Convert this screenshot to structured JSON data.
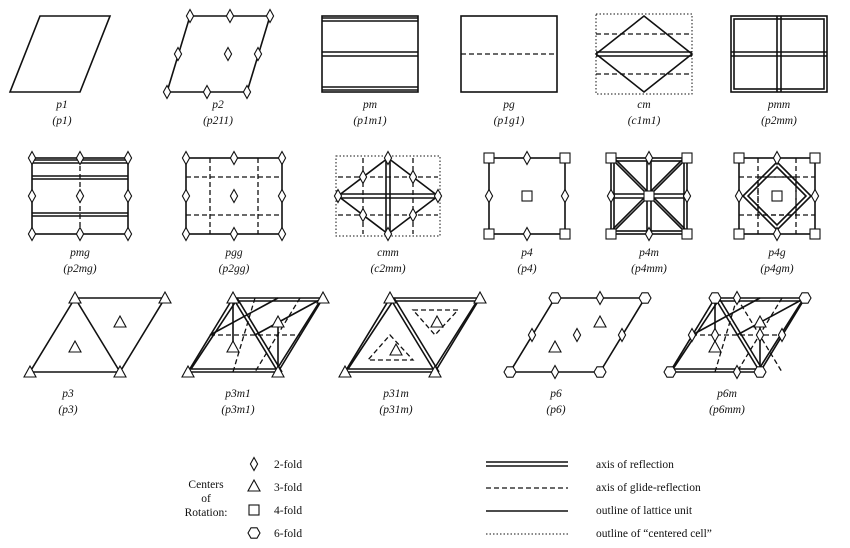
{
  "groups": [
    {
      "name": "p1",
      "full": "(p1)"
    },
    {
      "name": "p2",
      "full": "(p211)"
    },
    {
      "name": "pm",
      "full": "(p1m1)"
    },
    {
      "name": "pg",
      "full": "(p1g1)"
    },
    {
      "name": "cm",
      "full": "(c1m1)"
    },
    {
      "name": "pmm",
      "full": "(p2mm)"
    },
    {
      "name": "pmg",
      "full": "(p2mg)"
    },
    {
      "name": "pgg",
      "full": "(p2gg)"
    },
    {
      "name": "cmm",
      "full": "(c2mm)"
    },
    {
      "name": "p4",
      "full": "(p4)"
    },
    {
      "name": "p4m",
      "full": "(p4mm)"
    },
    {
      "name": "p4g",
      "full": "(p4gm)"
    },
    {
      "name": "p3",
      "full": "(p3)"
    },
    {
      "name": "p3m1",
      "full": "(p3m1)"
    },
    {
      "name": "p31m",
      "full": "(p31m)"
    },
    {
      "name": "p6",
      "full": "(p6)"
    },
    {
      "name": "p6m",
      "full": "(p6mm)"
    }
  ],
  "legend": {
    "centers_title": [
      "Centers",
      "of",
      "Rotation:"
    ],
    "rotations": [
      {
        "label": "2-fold",
        "symbol": "diamond-icon"
      },
      {
        "label": "3-fold",
        "symbol": "triangle-icon"
      },
      {
        "label": "4-fold",
        "symbol": "square-icon"
      },
      {
        "label": "6-fold",
        "symbol": "hexagon-icon"
      }
    ],
    "lines": [
      {
        "label": "axis of reflection",
        "style": "double"
      },
      {
        "label": "axis of glide-reflection",
        "style": "dashed"
      },
      {
        "label": "outline of lattice unit",
        "style": "solid"
      },
      {
        "label": "outline of “centered cell”",
        "style": "dotted"
      }
    ]
  }
}
